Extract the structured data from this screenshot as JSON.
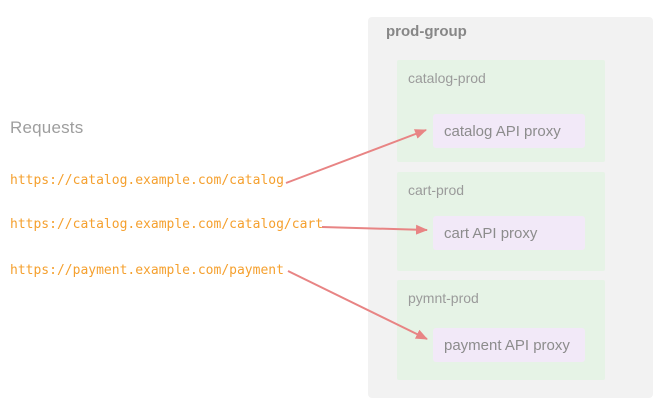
{
  "requests_panel": {
    "title": "Requests",
    "urls": [
      "https://catalog.example.com/catalog",
      "https://catalog.example.com/catalog/cart",
      "https://payment.example.com/payment"
    ]
  },
  "prod_group": {
    "title": "prod-group",
    "environments": [
      {
        "name": "catalog-prod",
        "proxy": "catalog API proxy"
      },
      {
        "name": "cart-prod",
        "proxy": "cart API proxy"
      },
      {
        "name": "pymnt-prod",
        "proxy": "payment API proxy"
      }
    ]
  },
  "mappings": [
    {
      "from": "https://catalog.example.com/catalog",
      "to": "catalog API proxy"
    },
    {
      "from": "https://catalog.example.com/catalog/cart",
      "to": "cart API proxy"
    },
    {
      "from": "https://payment.example.com/payment",
      "to": "payment API proxy"
    }
  ],
  "colors": {
    "group_bg": "#f2f2f2",
    "environment_bg": "#e6f3e6",
    "proxy_bg": "#f2e9f8",
    "arrow": "#e88484",
    "url_text": "#f5a02e",
    "heading_text": "#9e9e9e",
    "label_text": "#9b9b9b"
  }
}
